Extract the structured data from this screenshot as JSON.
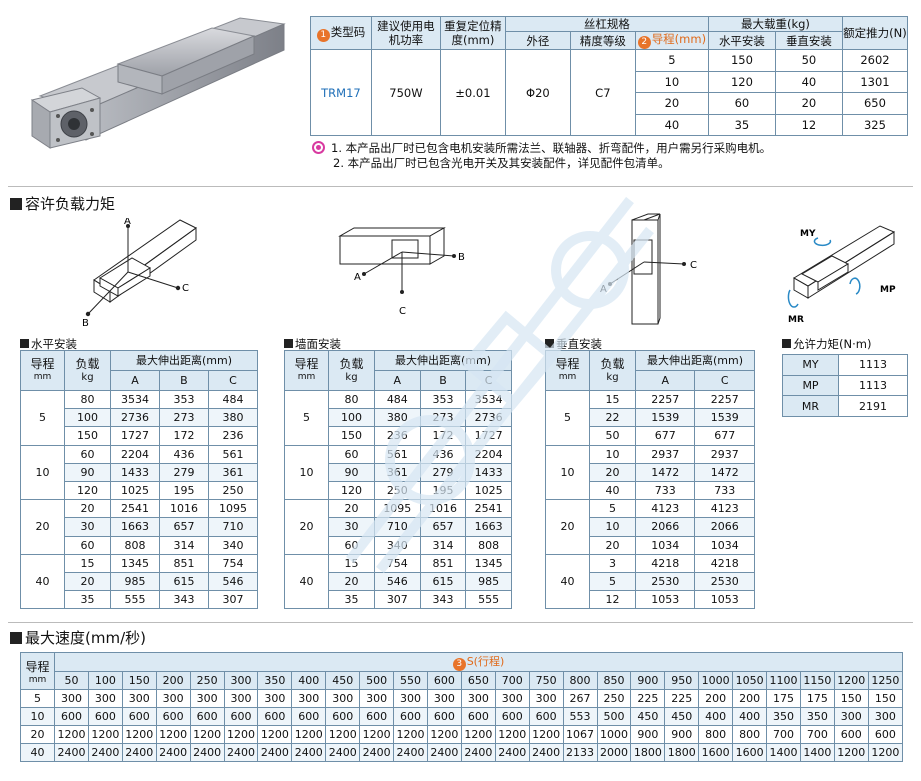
{
  "spec": {
    "headers": {
      "model": "类型码",
      "motor": "建议使用电机功率",
      "repeat": "重复定位精度(mm)",
      "screw": "丝杠规格",
      "screw_od": "外径",
      "screw_grade": "精度等级",
      "lead": "导程(mm)",
      "maxload": "最大载重(kg)",
      "horizontal": "水平安装",
      "vertical": "垂直安装",
      "thrust": "额定推力(N)"
    },
    "badge1": "1",
    "badge2": "2",
    "model": "TRM17",
    "motor": "750W",
    "repeat": "±0.01",
    "od": "Φ20",
    "grade": "C7",
    "rows": [
      {
        "lead": "5",
        "h": "150",
        "v": "50",
        "t": "2602"
      },
      {
        "lead": "10",
        "h": "120",
        "v": "40",
        "t": "1301"
      },
      {
        "lead": "20",
        "h": "60",
        "v": "20",
        "t": "650"
      },
      {
        "lead": "40",
        "h": "35",
        "v": "12",
        "t": "325"
      }
    ]
  },
  "notes": [
    "1. 本产品出厂时已包含电机安装所需法兰、联轴器、折弯配件，用户需另行采购电机。",
    "2. 本产品出厂时已包含光电开关及其安装配件，详见配件包清单。"
  ],
  "section_load": "容许负载力矩",
  "section_speed": "最大速度(mm/秒)",
  "diagram_labels": {
    "A": "A",
    "B": "B",
    "C": "C",
    "MY": "MY",
    "MP": "MP",
    "MR": "MR"
  },
  "load_tables": {
    "col_lead": "导程",
    "col_lead_unit": "mm",
    "col_load": "负载",
    "col_load_unit": "kg",
    "col_dist": "最大伸出距离(mm)",
    "horizontal": {
      "title": "水平安装",
      "cols": [
        "A",
        "B",
        "C"
      ],
      "groups": [
        {
          "lead": "5",
          "rows": [
            [
              "80",
              "3534",
              "353",
              "484"
            ],
            [
              "100",
              "2736",
              "273",
              "380"
            ],
            [
              "150",
              "1727",
              "172",
              "236"
            ]
          ]
        },
        {
          "lead": "10",
          "rows": [
            [
              "60",
              "2204",
              "436",
              "561"
            ],
            [
              "90",
              "1433",
              "279",
              "361"
            ],
            [
              "120",
              "1025",
              "195",
              "250"
            ]
          ]
        },
        {
          "lead": "20",
          "rows": [
            [
              "20",
              "2541",
              "1016",
              "1095"
            ],
            [
              "30",
              "1663",
              "657",
              "710"
            ],
            [
              "60",
              "808",
              "314",
              "340"
            ]
          ]
        },
        {
          "lead": "40",
          "rows": [
            [
              "15",
              "1345",
              "851",
              "754"
            ],
            [
              "20",
              "985",
              "615",
              "546"
            ],
            [
              "35",
              "555",
              "343",
              "307"
            ]
          ]
        }
      ]
    },
    "wall": {
      "title": "墙面安装",
      "cols": [
        "A",
        "B",
        "C"
      ],
      "groups": [
        {
          "lead": "5",
          "rows": [
            [
              "80",
              "484",
              "353",
              "3534"
            ],
            [
              "100",
              "380",
              "273",
              "2736"
            ],
            [
              "150",
              "236",
              "172",
              "1727"
            ]
          ]
        },
        {
          "lead": "10",
          "rows": [
            [
              "60",
              "561",
              "436",
              "2204"
            ],
            [
              "90",
              "361",
              "279",
              "1433"
            ],
            [
              "120",
              "250",
              "195",
              "1025"
            ]
          ]
        },
        {
          "lead": "20",
          "rows": [
            [
              "20",
              "1095",
              "1016",
              "2541"
            ],
            [
              "30",
              "710",
              "657",
              "1663"
            ],
            [
              "60",
              "340",
              "314",
              "808"
            ]
          ]
        },
        {
          "lead": "40",
          "rows": [
            [
              "15",
              "754",
              "851",
              "1345"
            ],
            [
              "20",
              "546",
              "615",
              "985"
            ],
            [
              "35",
              "307",
              "343",
              "555"
            ]
          ]
        }
      ]
    },
    "vertical": {
      "title": "垂直安装",
      "cols": [
        "A",
        "C"
      ],
      "groups": [
        {
          "lead": "5",
          "rows": [
            [
              "15",
              "2257",
              "2257"
            ],
            [
              "22",
              "1539",
              "1539"
            ],
            [
              "50",
              "677",
              "677"
            ]
          ]
        },
        {
          "lead": "10",
          "rows": [
            [
              "10",
              "2937",
              "2937"
            ],
            [
              "20",
              "1472",
              "1472"
            ],
            [
              "40",
              "733",
              "733"
            ]
          ]
        },
        {
          "lead": "20",
          "rows": [
            [
              "5",
              "4123",
              "4123"
            ],
            [
              "10",
              "2066",
              "2066"
            ],
            [
              "20",
              "1034",
              "1034"
            ]
          ]
        },
        {
          "lead": "40",
          "rows": [
            [
              "3",
              "4218",
              "4218"
            ],
            [
              "5",
              "2530",
              "2530"
            ],
            [
              "12",
              "1053",
              "1053"
            ]
          ]
        }
      ]
    }
  },
  "moment": {
    "title": "允许力矩(N·m)",
    "rows": [
      [
        "MY",
        "1113"
      ],
      [
        "MP",
        "1113"
      ],
      [
        "MR",
        "2191"
      ]
    ]
  },
  "speed": {
    "lead_label": "导程",
    "lead_unit": "mm",
    "stroke_badge": "3",
    "stroke_label": "S(行程)",
    "strokes": [
      "50",
      "100",
      "150",
      "200",
      "250",
      "300",
      "350",
      "400",
      "450",
      "500",
      "550",
      "600",
      "650",
      "700",
      "750",
      "800",
      "850",
      "900",
      "950",
      "1000",
      "1050",
      "1100",
      "1150",
      "1200",
      "1250"
    ],
    "rows": [
      {
        "lead": "5",
        "v": [
          "300",
          "300",
          "300",
          "300",
          "300",
          "300",
          "300",
          "300",
          "300",
          "300",
          "300",
          "300",
          "300",
          "300",
          "300",
          "267",
          "250",
          "225",
          "225",
          "200",
          "200",
          "175",
          "175",
          "150",
          "150"
        ]
      },
      {
        "lead": "10",
        "v": [
          "600",
          "600",
          "600",
          "600",
          "600",
          "600",
          "600",
          "600",
          "600",
          "600",
          "600",
          "600",
          "600",
          "600",
          "600",
          "553",
          "500",
          "450",
          "450",
          "400",
          "400",
          "350",
          "350",
          "300",
          "300"
        ]
      },
      {
        "lead": "20",
        "v": [
          "1200",
          "1200",
          "1200",
          "1200",
          "1200",
          "1200",
          "1200",
          "1200",
          "1200",
          "1200",
          "1200",
          "1200",
          "1200",
          "1200",
          "1200",
          "1067",
          "1000",
          "900",
          "900",
          "800",
          "800",
          "700",
          "700",
          "600",
          "600"
        ]
      },
      {
        "lead": "40",
        "v": [
          "2400",
          "2400",
          "2400",
          "2400",
          "2400",
          "2400",
          "2400",
          "2400",
          "2400",
          "2400",
          "2400",
          "2400",
          "2400",
          "2400",
          "2400",
          "2133",
          "2000",
          "1800",
          "1800",
          "1600",
          "1600",
          "1400",
          "1400",
          "1200",
          "1200"
        ]
      }
    ]
  },
  "colors": {
    "header_bg": "#dbe9f3",
    "alt_row": "#eef5fa",
    "border": "#6f8fa8",
    "badge": "#e8742a",
    "model_link": "#1f6fb8",
    "note_icon": "#d83aa0"
  }
}
